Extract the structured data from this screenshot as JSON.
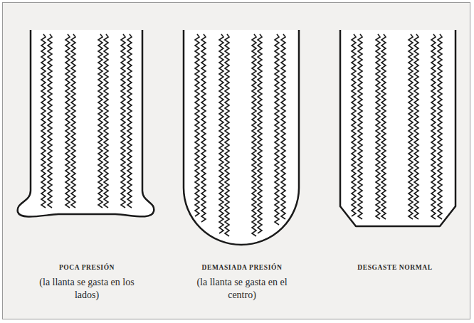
{
  "diagram": {
    "labels": [
      "POCA PRESIÓN",
      "(la llanta se gasta en los lados)",
      "DEMASIADA PRESIÓN",
      "(la llanta se gasta en el centro)",
      "DESGASTE NORMAL"
    ]
  }
}
